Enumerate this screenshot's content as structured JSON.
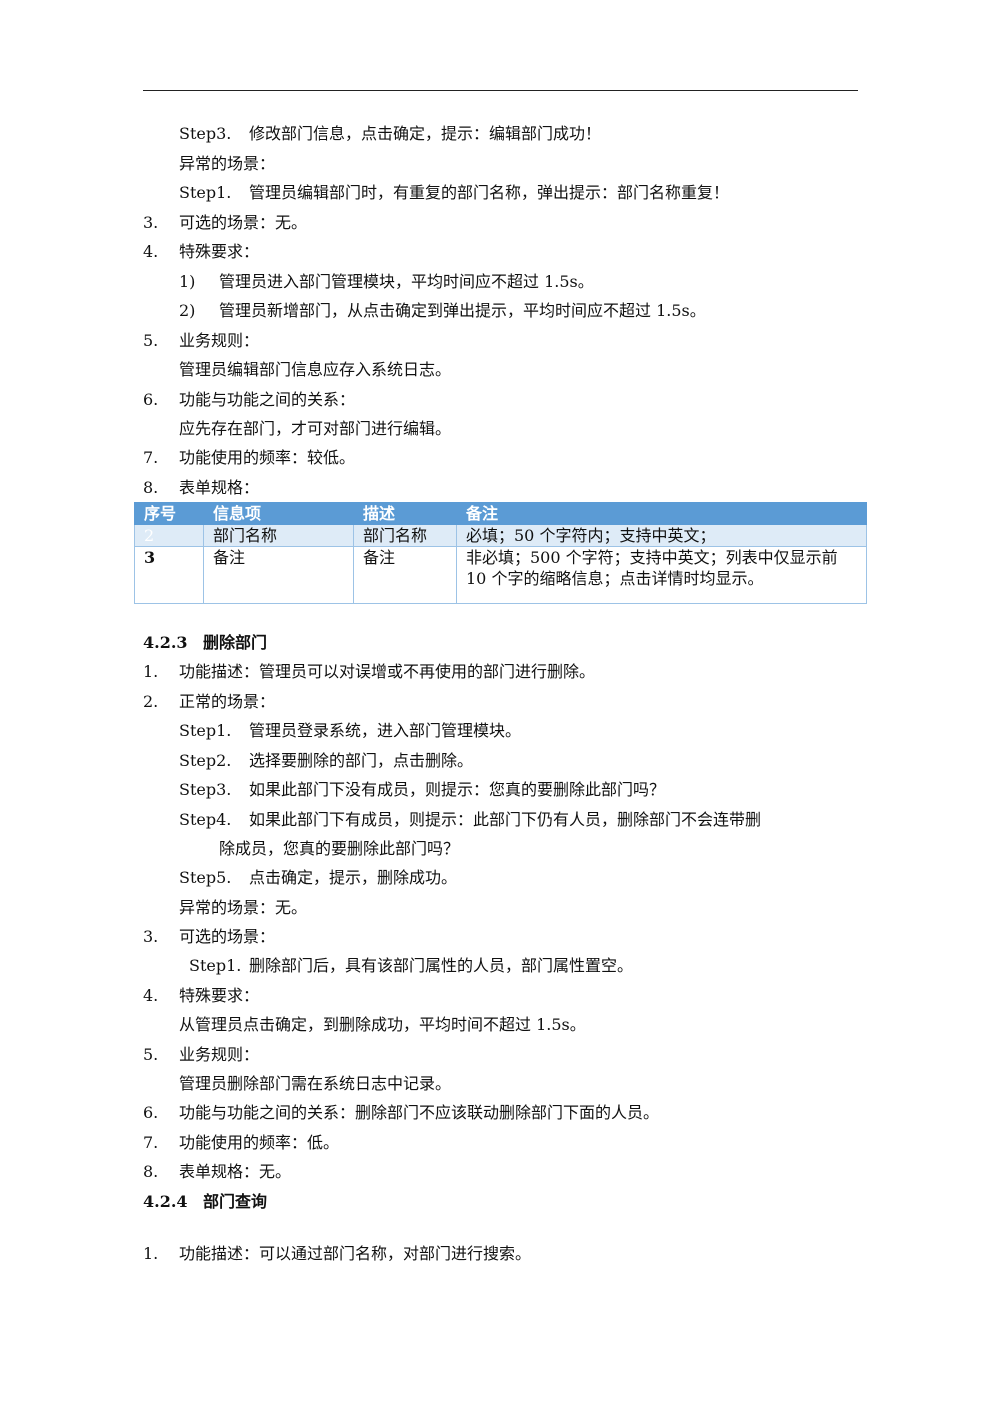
{
  "lines_a": [
    {
      "label": "Step3.",
      "text": "修改部门信息，点击确定，提示：编辑部门成功！"
    },
    {
      "label": "",
      "text": "异常的场景："
    },
    {
      "label": "Step1.",
      "text": "管理员编辑部门时，有重复的部门名称，弹出提示：部门名称重复！"
    },
    {
      "label": "3.",
      "text": "可选的场景：无。"
    },
    {
      "label": "4.",
      "text": "特殊要求："
    },
    {
      "label": "1)",
      "text": "管理员进入部门管理模块，平均时间应不超过 1.5s。"
    },
    {
      "label": "2)",
      "text": "管理员新增部门，从点击确定到弹出提示，平均时间应不超过 1.5s。"
    },
    {
      "label": "5.",
      "text": "业务规则："
    },
    {
      "label": "",
      "text": "管理员编辑部门信息应存入系统日志。"
    },
    {
      "label": "6.",
      "text": "功能与功能之间的关系："
    },
    {
      "label": "",
      "text": "应先存在部门，才可对部门进行编辑。"
    },
    {
      "label": "7.",
      "text": "功能使用的频率：较低。"
    },
    {
      "label": "8.",
      "text": "表单规格："
    }
  ],
  "table": {
    "headers": [
      "序号",
      "信息项",
      "描述",
      "备注"
    ],
    "rows": [
      [
        "2",
        "部门名称",
        "部门名称",
        "必填；50 个字符内；支持中英文；"
      ],
      [
        "3",
        "备注",
        "备注",
        "非必填；500 个字符；支持中英文；列表中仅显示前 10 个字的缩略信息；点击详情时均显示。"
      ]
    ]
  },
  "lines_b": [
    {
      "label": "4.2.3",
      "text": "删除部门"
    },
    {
      "label": "1.",
      "text": "功能描述：管理员可以对误增或不再使用的部门进行删除。"
    },
    {
      "label": "2.",
      "text": "正常的场景："
    },
    {
      "label": "Step1.",
      "text": "管理员登录系统，进入部门管理模块。"
    },
    {
      "label": "Step2.",
      "text": "选择要删除的部门，点击删除。"
    },
    {
      "label": "Step3.",
      "text": "如果此部门下没有成员，则提示：您真的要删除此部门吗？"
    },
    {
      "label": "Step4.",
      "text": "如果此部门下有成员，则提示：此部门下仍有人员，删除部门不会连带删"
    },
    {
      "label": "",
      "text": "除成员，您真的要删除此部门吗？"
    },
    {
      "label": "Step5.",
      "text": "点击确定，提示，删除成功。"
    },
    {
      "label": "",
      "text": "异常的场景：无。"
    },
    {
      "label": "3.",
      "text": "可选的场景："
    },
    {
      "label": "Step1.",
      "text": "删除部门后，具有该部门属性的人员，部门属性置空。"
    },
    {
      "label": "4.",
      "text": "特殊要求："
    },
    {
      "label": "",
      "text": "从管理员点击确定，到删除成功，平均时间不超过 1.5s。"
    },
    {
      "label": "5.",
      "text": "业务规则："
    },
    {
      "label": "",
      "text": "管理员删除部门需在系统日志中记录。"
    },
    {
      "label": "6.",
      "text": "功能与功能之间的关系：删除部门不应该联动删除部门下面的人员。"
    },
    {
      "label": "7.",
      "text": "功能使用的频率：低。"
    },
    {
      "label": "8.",
      "text": "表单规格：无。"
    },
    {
      "label": "4.2.4",
      "text": "部门查询"
    },
    {
      "label": "1.",
      "text": "功能描述：可以通过部门名称，对部门进行搜索。"
    }
  ]
}
